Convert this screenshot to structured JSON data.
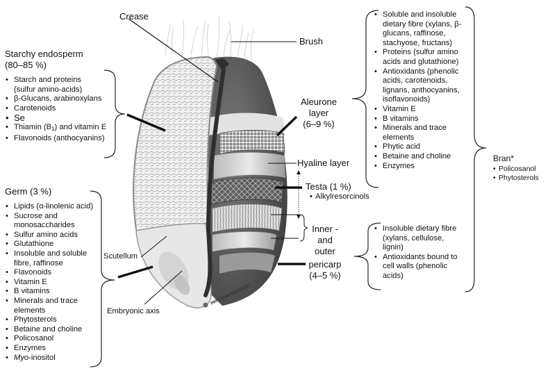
{
  "diagram": {
    "labels": {
      "crease": "Crease",
      "brush": "Brush",
      "aleurone": [
        "Aleurone",
        "layer",
        "(6–9 %)"
      ],
      "hyaline": "Hyaline layer",
      "testa": "Testa (1 %)",
      "testa_item": "Alkylresorcinols",
      "pericarp": [
        "Inner -",
        "and",
        "outer",
        "pericarp",
        "(4–5 %)"
      ],
      "scutellum": "Scutellum",
      "embryonic_axis": "Embryonic axis",
      "credit": "INRA  Anne BURGEOT"
    },
    "starchy_endosperm": {
      "title": "Starchy endosperm",
      "share": "(80–85 %)",
      "items": [
        "Starch and proteins",
        "(sulfur amino-acids)",
        "β-Glucans, arabinoxylans",
        "Carotenoids",
        "Se",
        "Thiamin (B1) and vitamin E",
        "Flavonoids (anthocyanins)"
      ]
    },
    "germ": {
      "title": "Germ (3 %)",
      "items": [
        "Lipids (α-linolenic acid)",
        "Sucrose and monosaccharides",
        "Sulfur amino acids",
        "Glutathione",
        "Insoluble and soluble fibre, raffinose",
        "Flavonoids",
        "Vitamin E",
        "B vitamins",
        "Minerals and trace elements",
        "Phytosterols",
        "Betaine and choline",
        "Policosanol",
        "Enzymes",
        "Myo-inositol"
      ]
    },
    "aleurone_compounds": {
      "items": [
        "Soluble and insoluble dietary fibre (xylans, β-glucans, raffinose, stachyose, fructans)",
        "Proteins (sulfur amino acids and glutathione)",
        "Antioxidants (phenolic acids, carotenoids, lignans, anthocyanins, isoflavonoids)",
        "Vitamin E",
        "B vitamins",
        "Minerals and trace elements",
        "Phytic acid",
        "Betaine and choline",
        "Enzymes"
      ]
    },
    "pericarp_compounds": {
      "items": [
        "Insoluble dietary fibre (xylans, cellulose, lignin)",
        "Antioxidants bound to cell walls (phenolic acids)"
      ]
    },
    "bran": {
      "title": "Bran*",
      "items": [
        "Policosanol",
        "Phytosterols"
      ]
    }
  }
}
